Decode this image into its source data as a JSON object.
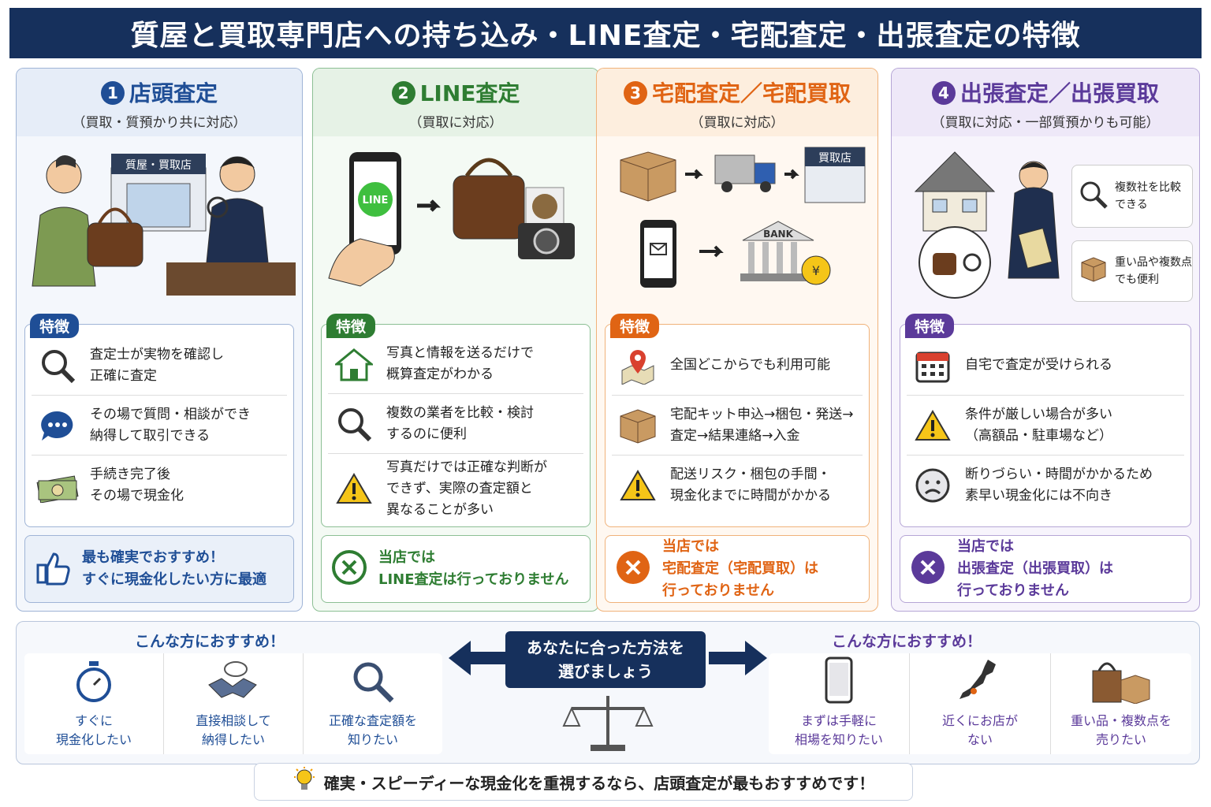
{
  "title": "質屋と買取専門店への持ち込み・LINE査定・宅配査定・出張査定の特徴",
  "feature_tag": "特徴",
  "columns": [
    {
      "num": "1",
      "title": "店頭査定",
      "subtitle": "（買取・質預かり共に対応）",
      "illus_sign": "質屋・買取店",
      "features": [
        {
          "icon": "magnifier-icon",
          "text": "査定士が実物を確認し\n正確に査定"
        },
        {
          "icon": "chat-bubble-icon",
          "text": "その場で質問・相談ができ\n納得して取引できる"
        },
        {
          "icon": "cash-icon",
          "text": "手続き完了後\nその場で現金化"
        }
      ],
      "note": "最も確実でおすすめ！\nすぐに現金化したい方に最適",
      "note_icon": "thumbs-up-icon"
    },
    {
      "num": "2",
      "title": "LINE査定",
      "subtitle": "（買取に対応）",
      "illus_sign": "LINE",
      "features": [
        {
          "icon": "house-icon",
          "text": "写真と情報を送るだけで\n概算査定がわかる"
        },
        {
          "icon": "magnifier-icon",
          "text": "複数の業者を比較・検討\nするのに便利"
        },
        {
          "icon": "warning-icon",
          "text": "写真だけでは正確な判断が\nできず、実際の査定額と\n異なることが多い"
        }
      ],
      "note": "当店では\nLINE査定は行っておりません",
      "note_icon": "x-circle-icon"
    },
    {
      "num": "3",
      "title": "宅配査定／宅配買取",
      "subtitle": "（買取に対応）",
      "illus_sign": "買取店",
      "illus_bank": "BANK",
      "features": [
        {
          "icon": "map-pin-icon",
          "text": "全国どこからでも利用可能"
        },
        {
          "icon": "box-icon",
          "text": "宅配キット申込→梱包・発送→\n査定→結果連絡→入金"
        },
        {
          "icon": "warning-icon",
          "text": "配送リスク・梱包の手間・\n現金化までに時間がかかる"
        }
      ],
      "note": "当店では\n宅配査定（宅配買取）は\n行っておりません",
      "note_icon": "x-circle-icon"
    },
    {
      "num": "4",
      "title": "出張査定／出張買取",
      "subtitle": "（買取に対応・一部質預かりも可能）",
      "side_notes": [
        "複数社を比較\nできる",
        "重い品や複数点\nでも便利"
      ],
      "features": [
        {
          "icon": "calendar-icon",
          "text": "自宅で査定が受けられる"
        },
        {
          "icon": "warning-icon",
          "text": "条件が厳しい場合が多い\n（高額品・駐車場など）"
        },
        {
          "icon": "sad-face-icon",
          "text": "断りづらい・時間がかかるため\n素早い現金化には不向き"
        }
      ],
      "note": "当店では\n出張査定（出張買取）は\n行っておりません",
      "note_icon": "x-circle-icon"
    }
  ],
  "bottom": {
    "left_title": "こんな方におすすめ！",
    "left_items": [
      {
        "icon": "stopwatch-icon",
        "text": "すぐに\n現金化したい"
      },
      {
        "icon": "handshake-icon",
        "text": "直接相談して\n納得したい"
      },
      {
        "icon": "magnifier-icon",
        "text": "正確な査定額を\n知りたい"
      }
    ],
    "center": "あなたに合った方法を\n選びましょう",
    "right_title": "こんな方におすすめ！",
    "right_items": [
      {
        "icon": "smartphone-icon",
        "text": "まずは手軽に\n相場を知りたい"
      },
      {
        "icon": "japan-map-icon",
        "text": "近くにお店が\nない"
      },
      {
        "icon": "bags-boxes-icon",
        "text": "重い品・複数点を\n売りたい"
      }
    ]
  },
  "tip": "確実・スピーディーな現金化を重視するなら、店頭査定が最もおすすめです！",
  "colors": {
    "navy": "#16305c",
    "blue": "#1f4e96",
    "green": "#2e7d32",
    "orange": "#e06414",
    "purple": "#5b3a9a"
  }
}
